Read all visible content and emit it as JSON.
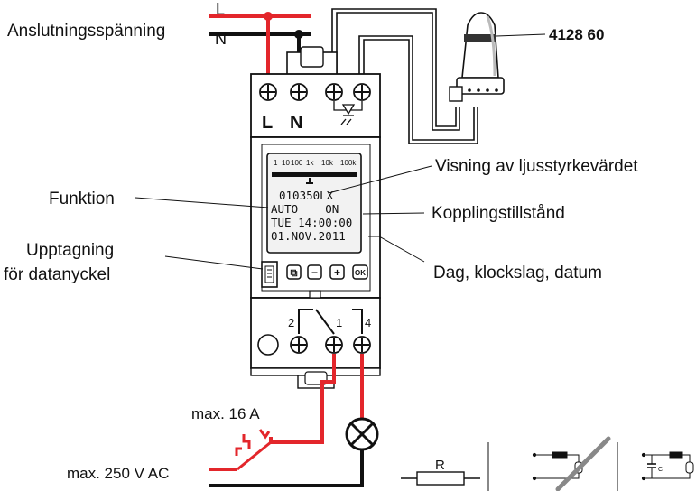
{
  "supply": {
    "label": "Anslutningsspänning",
    "phase": "L",
    "neutral": "N"
  },
  "sensor": {
    "part_number": "4128 60"
  },
  "device": {
    "terminal_l": "L",
    "terminal_n": "N",
    "bottom_terminals": [
      "2",
      "1",
      "4"
    ],
    "bar_scale": [
      "1",
      "10",
      "100",
      "1k",
      "10k",
      "100k"
    ],
    "display_lines": [
      "010350LX",
      "AUTO    ON",
      "TUE 14:00:00",
      "01.NOV.2011"
    ],
    "buttons": [
      "⧉",
      "−",
      "+",
      "OK"
    ]
  },
  "callouts": {
    "lux_value": "Visning av ljusstyrkevärdet",
    "function": "Funktion",
    "switch_state": "Kopplingstillstånd",
    "datakey_line1": "Upptagning",
    "datakey_line2": "för datanyckel",
    "day_time_date": "Dag, klockslag, datum"
  },
  "load": {
    "max_current": "max. 16 A",
    "max_voltage": "max. 250 V AC",
    "resistor_label": "R",
    "capacitor_label": "C"
  },
  "colors": {
    "phase": "#e3262b",
    "neutral": "#111111",
    "device_body": "#ffffff",
    "display_bg": "#f2f2f2"
  }
}
